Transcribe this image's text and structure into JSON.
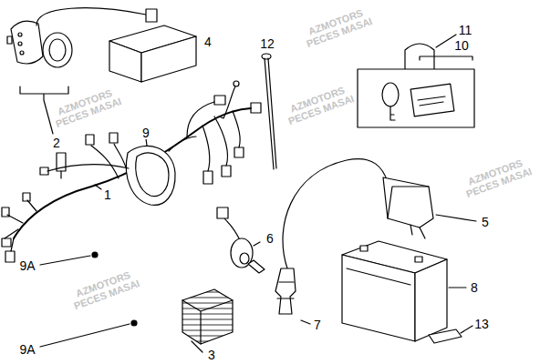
{
  "diagram": {
    "labels": [
      "AZMOTORS PECES MASAI",
      "11",
      "12",
      "10",
      "4",
      "AZMOTORS PECES MASAI",
      "AZMOTORS PECES MASAI",
      "9",
      "2",
      "AZMOTORS PECES MASAI",
      "1",
      "5",
      "6",
      "9A",
      "8",
      "AZMOTORS PECES MASAI",
      "13",
      "7",
      "9A",
      "3"
    ]
  }
}
